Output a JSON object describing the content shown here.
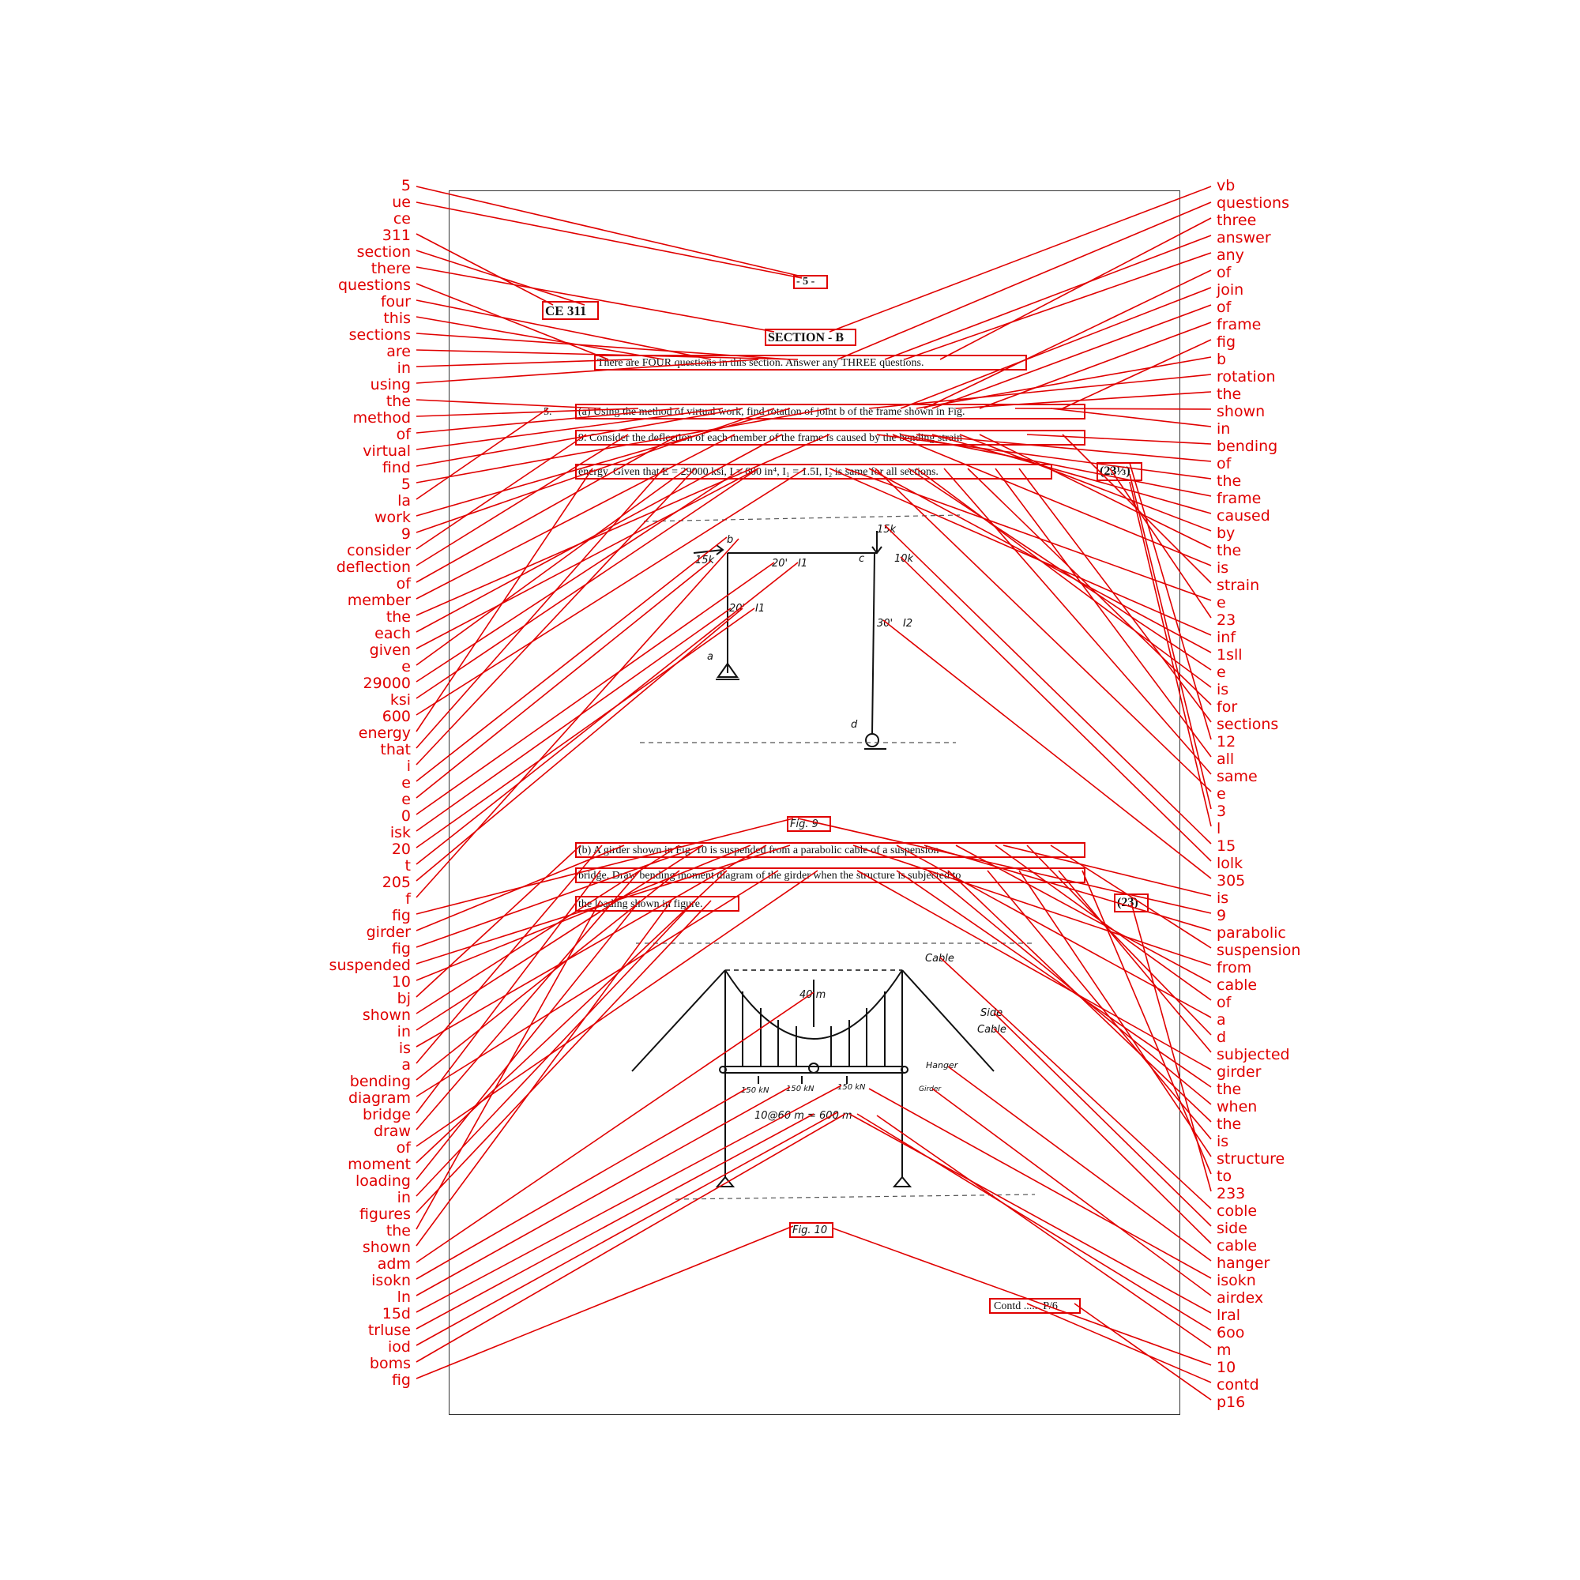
{
  "document": {
    "page_number": "- 5 -",
    "course_code": "CE 311",
    "section_title": "SECTION - B",
    "instructions": "There are FOUR questions in this section. Answer any THREE questions.",
    "q5a_line1": "(a) Using the method of virtual work, find rotation of joint b of the frame shown in Fig.",
    "q5a_line2": "9. Consider the deflection of each member of the frame is caused by the bending strain",
    "q5a_line3": "energy. Given that E = 29000 ksi, I = 600 in⁴, I₁ = 1.5I, I₂ is same for all sections.",
    "q5a_marks": "(23⅓)",
    "q5_number": "5.",
    "fig9_labels": [
      "b",
      "15k",
      "20'",
      "I1",
      "c",
      "15k",
      "10k",
      "20'",
      "I1",
      "30'",
      "I2",
      "a",
      "d"
    ],
    "fig9_caption": "Fig. 9",
    "q5b_line1": "(b) A girder shown in Fig. 10 is suspended from a parabolic cable of a suspension",
    "q5b_line2": "bridge. Draw bending moment diagram of the girder when the structure is subjected to",
    "q5b_line3": "the loading shown in figure.",
    "q5b_marks": "(23)",
    "fig10_labels": [
      "Cable",
      "40 m",
      "Side",
      "Cable",
      "Hanger",
      "Girder",
      "150 kN",
      "150 kN",
      "150 kN",
      "10@60 m = 600 m"
    ],
    "fig10_caption": "Fig. 10",
    "footer": "Contd ...... P/6"
  },
  "annotations_left": [
    "5",
    "ue",
    "ce",
    "311",
    "section",
    "there",
    "questions",
    "four",
    "this",
    "sections",
    "are",
    "in",
    "using",
    "the",
    "method",
    "of",
    "virtual",
    "find",
    "5",
    "la",
    "work",
    "9",
    "consider",
    "deflection",
    "of",
    "member",
    "the",
    "each",
    "given",
    "e",
    "29000",
    "ksi",
    "600",
    "energy",
    "that",
    "i",
    "e",
    "e",
    "0",
    "isk",
    "20",
    "t",
    "205",
    "f",
    "fig",
    "girder",
    "fig",
    "suspended",
    "10",
    "bj",
    "shown",
    "in",
    "is",
    "a",
    "bending",
    "diagram",
    "bridge",
    "draw",
    "of",
    "moment",
    "loading",
    "in",
    "figures",
    "the",
    "shown",
    "adm",
    "isokn",
    "ln",
    "15d",
    "trluse",
    "iod",
    "boms",
    "fig"
  ],
  "annotations_right": [
    "vb",
    "questions",
    "three",
    "answer",
    "any",
    "of",
    "join",
    "of",
    "frame",
    "fig",
    "b",
    "rotation",
    "the",
    "shown",
    "in",
    "bending",
    "of",
    "the",
    "frame",
    "caused",
    "by",
    "the",
    "is",
    "strain",
    "e",
    "23",
    "inf",
    "1sll",
    "e",
    "is",
    "for",
    "sections",
    "12",
    "all",
    "same",
    "e",
    "3",
    "l",
    "15",
    "lolk",
    "305",
    "is",
    "9",
    "parabolic",
    "suspension",
    "from",
    "cable",
    "of",
    "a",
    "d",
    "subjected",
    "girder",
    "the",
    "when",
    "the",
    "is",
    "structure",
    "to",
    "233",
    "coble",
    "side",
    "cable",
    "hanger",
    "isokn",
    "airdex",
    "lral",
    "6oo",
    "m",
    "10",
    "contd",
    "p16"
  ],
  "colors": {
    "annotation": "#e00000",
    "ink": "#111111"
  }
}
